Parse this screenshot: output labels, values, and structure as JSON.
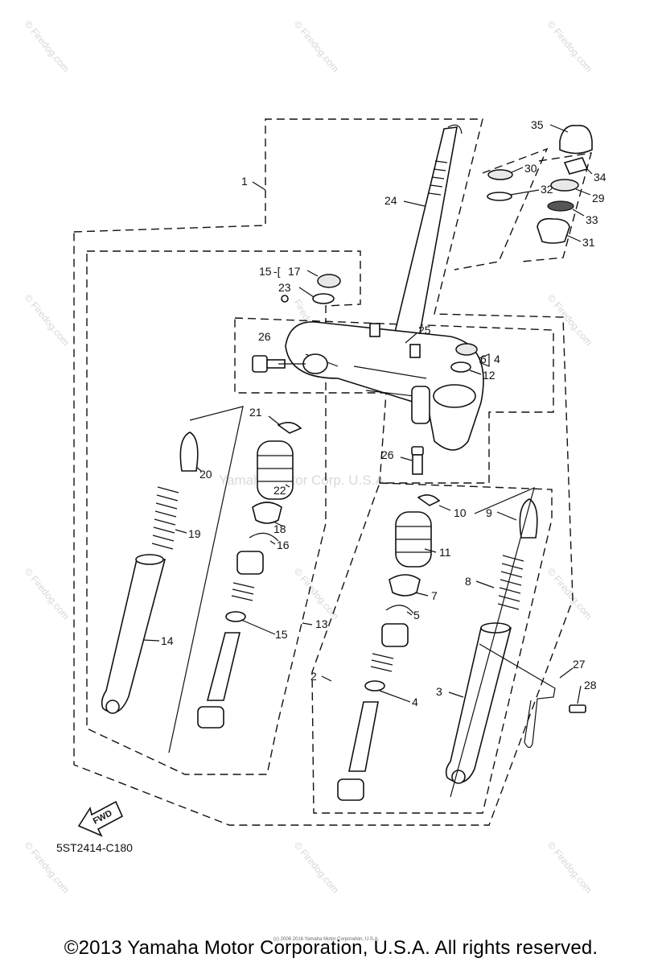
{
  "diagram_code": "5ST2414-C180",
  "fwd_label": "FWD",
  "copyright": "©2013 Yamaha Motor Corporation, U.S.A. All rights reserved.",
  "small_print": "(c) 2006 2016 Yamaha Motor Corporation, U.S.A.",
  "watermark_center": "Yamaha Motor Corp. U.S.A.",
  "watermark_diagonal": "© Firedog.com",
  "watermark_vertical": "Firedog.com",
  "callouts": {
    "c1": "1",
    "c2": "2",
    "c3": "3",
    "c4a": "4",
    "c4b": "4",
    "c5": "5",
    "c6": "6",
    "c7": "7",
    "c8": "8",
    "c9": "9",
    "c10": "10",
    "c11": "11",
    "c12": "12",
    "c13": "13",
    "c14": "14",
    "c15a": "15",
    "c15b": "15",
    "c16": "16",
    "c17": "17",
    "c18": "18",
    "c19": "19",
    "c20": "20",
    "c21": "21",
    "c22": "22",
    "c23": "23",
    "c24": "24",
    "c25": "25",
    "c26a": "26",
    "c26b": "26",
    "c27": "27",
    "c28": "28",
    "c29": "29",
    "c30": "30",
    "c31": "31",
    "c32": "32",
    "c33": "33",
    "c34": "34",
    "c35": "35"
  }
}
